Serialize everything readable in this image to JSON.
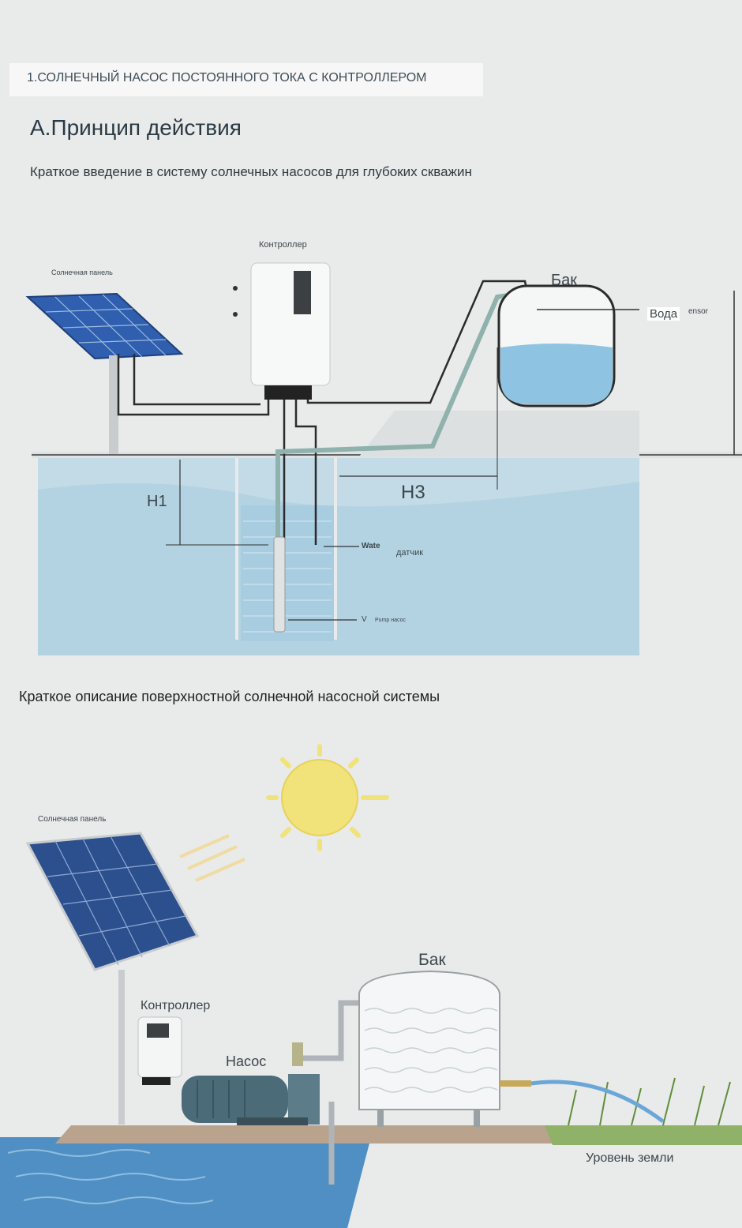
{
  "header": {
    "section": "1.СОЛНЕЧНЫЙ НАСОС ПОСТОЯННОГО ТОКА С КОНТРОЛЛЕРОМ",
    "subsection": "А.Принцип действия",
    "deep_well_intro": "Краткое введение в систему солнечных насосов для глубоких скважин",
    "surface_intro": "Краткое описание поверхностной солнечной насосной системы"
  },
  "deep_well_diagram": {
    "solar_panel": "Солнечная панель",
    "controller": "Контроллер",
    "tank": "Бак",
    "water_sensor": "Вода",
    "water_sensor_suffix": "ensor",
    "h1": "H1",
    "h3": "H3",
    "well_sensor_prefix": "Wate",
    "well_sensor": "датчик",
    "pump_prefix": "V",
    "pump": "Pump насос"
  },
  "surface_diagram": {
    "solar_panel": "Солнечная панель",
    "controller": "Контроллер",
    "pump": "Насос",
    "tank": "Бак",
    "ground_level": "Уровень земли"
  },
  "colors": {
    "water": "#b7d6e4",
    "tank_water": "#8fc3e2",
    "panel": "#2f5fae",
    "pipe": "#8fb2ad",
    "cable": "#2b2b2b",
    "sun": "#f1e27a"
  }
}
